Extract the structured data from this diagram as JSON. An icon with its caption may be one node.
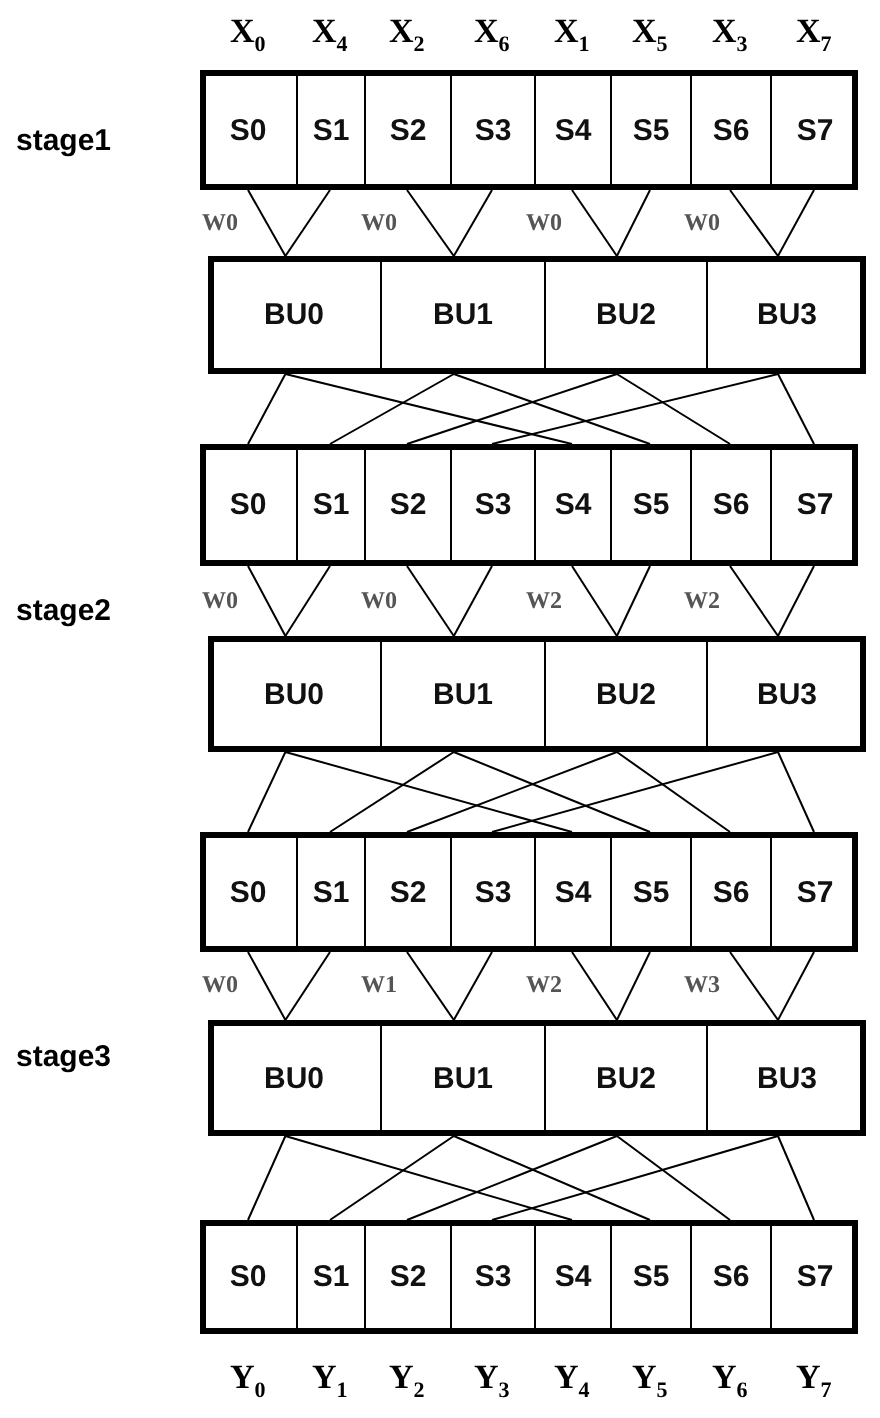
{
  "diagram": {
    "nodes": [
      {
        "text": [
          "S0"
        ]
      },
      {
        "text": [
          "S1"
        ]
      },
      {
        "text": [
          "S2"
        ]
      },
      {
        "text": [
          "S3"
        ]
      },
      {
        "text": [
          "S4"
        ]
      },
      {
        "text": [
          "S5"
        ]
      },
      {
        "text": [
          "S6"
        ]
      },
      {
        "text": [
          "S7"
        ]
      },
      {
        "text": [
          "BU0"
        ]
      },
      {
        "text": [
          "BU1"
        ]
      },
      {
        "text": [
          "BU2"
        ]
      },
      {
        "text": [
          "BU3"
        ]
      },
      {
        "text": [
          "S0"
        ]
      },
      {
        "text": [
          "S1"
        ]
      },
      {
        "text": [
          "S2"
        ]
      },
      {
        "text": [
          "S3"
        ]
      },
      {
        "text": [
          "S4"
        ]
      },
      {
        "text": [
          "S5"
        ]
      },
      {
        "text": [
          "S6"
        ]
      },
      {
        "text": [
          "S7"
        ]
      },
      {
        "text": [
          "BU0"
        ]
      },
      {
        "text": [
          "BU1"
        ]
      },
      {
        "text": [
          "BU2"
        ]
      },
      {
        "text": [
          "BU3"
        ]
      },
      {
        "text": [
          "S0"
        ]
      },
      {
        "text": [
          "S1"
        ]
      },
      {
        "text": [
          "S2"
        ]
      },
      {
        "text": [
          "S3"
        ]
      },
      {
        "text": [
          "S4"
        ]
      },
      {
        "text": [
          "S5"
        ]
      },
      {
        "text": [
          "S6"
        ]
      },
      {
        "text": [
          "S7"
        ]
      },
      {
        "text": [
          "BU0"
        ]
      },
      {
        "text": [
          "BU1"
        ]
      },
      {
        "text": [
          "BU2"
        ]
      },
      {
        "text": [
          "BU3"
        ]
      },
      {
        "text": [
          "S0"
        ]
      },
      {
        "text": [
          "S1"
        ]
      },
      {
        "text": [
          "S2"
        ]
      },
      {
        "text": [
          "S3"
        ]
      },
      {
        "text": [
          "S4"
        ]
      },
      {
        "text": [
          "S5"
        ]
      },
      {
        "text": [
          "S6"
        ]
      },
      {
        "text": [
          "S7"
        ]
      }
    ],
    "edges": [
      {
        "from": 0,
        "to": 8,
        "arrow": "none",
        "label": "W0"
      },
      {
        "from": 1,
        "to": 8,
        "arrow": "none"
      },
      {
        "from": 2,
        "to": 9,
        "arrow": "none",
        "label": "W0"
      },
      {
        "from": 3,
        "to": 9,
        "arrow": "none"
      },
      {
        "from": 4,
        "to": 10,
        "arrow": "none",
        "label": "W0"
      },
      {
        "from": 5,
        "to": 10,
        "arrow": "none"
      },
      {
        "from": 6,
        "to": 11,
        "arrow": "none",
        "label": "W0"
      },
      {
        "from": 7,
        "to": 11,
        "arrow": "none"
      },
      {
        "from": 8,
        "to": 12,
        "arrow": "none"
      },
      {
        "from": 8,
        "to": 16,
        "arrow": "none"
      },
      {
        "from": 9,
        "to": 13,
        "arrow": "none"
      },
      {
        "from": 9,
        "to": 17,
        "arrow": "none"
      },
      {
        "from": 10,
        "to": 14,
        "arrow": "none"
      },
      {
        "from": 10,
        "to": 18,
        "arrow": "none"
      },
      {
        "from": 11,
        "to": 15,
        "arrow": "none"
      },
      {
        "from": 11,
        "to": 19,
        "arrow": "none"
      },
      {
        "from": 12,
        "to": 20,
        "arrow": "none",
        "label": "W0"
      },
      {
        "from": 13,
        "to": 20,
        "arrow": "none"
      },
      {
        "from": 14,
        "to": 21,
        "arrow": "none",
        "label": "W0"
      },
      {
        "from": 15,
        "to": 21,
        "arrow": "none"
      },
      {
        "from": 16,
        "to": 22,
        "arrow": "none",
        "label": "W2"
      },
      {
        "from": 17,
        "to": 22,
        "arrow": "none"
      },
      {
        "from": 18,
        "to": 23,
        "arrow": "none",
        "label": "W2"
      },
      {
        "from": 19,
        "to": 23,
        "arrow": "none"
      },
      {
        "from": 20,
        "to": 24,
        "arrow": "none"
      },
      {
        "from": 20,
        "to": 28,
        "arrow": "none"
      },
      {
        "from": 21,
        "to": 25,
        "arrow": "none"
      },
      {
        "from": 21,
        "to": 29,
        "arrow": "none"
      },
      {
        "from": 22,
        "to": 26,
        "arrow": "none"
      },
      {
        "from": 22,
        "to": 30,
        "arrow": "none"
      },
      {
        "from": 23,
        "to": 27,
        "arrow": "none"
      },
      {
        "from": 23,
        "to": 31,
        "arrow": "none"
      },
      {
        "from": 24,
        "to": 32,
        "arrow": "none",
        "label": "W0"
      },
      {
        "from": 25,
        "to": 32,
        "arrow": "none"
      },
      {
        "from": 26,
        "to": 33,
        "arrow": "none",
        "label": "W1"
      },
      {
        "from": 27,
        "to": 33,
        "arrow": "none"
      },
      {
        "from": 28,
        "to": 34,
        "arrow": "none",
        "label": "W2"
      },
      {
        "from": 29,
        "to": 34,
        "arrow": "none"
      },
      {
        "from": 30,
        "to": 35,
        "arrow": "none",
        "label": "W3"
      },
      {
        "from": 31,
        "to": 35,
        "arrow": "none"
      },
      {
        "from": 32,
        "to": 36,
        "arrow": "none"
      },
      {
        "from": 32,
        "to": 40,
        "arrow": "none"
      },
      {
        "from": 33,
        "to": 37,
        "arrow": "none"
      },
      {
        "from": 33,
        "to": 41,
        "arrow": "none"
      },
      {
        "from": 34,
        "to": 38,
        "arrow": "none"
      },
      {
        "from": 34,
        "to": 42,
        "arrow": "none"
      },
      {
        "from": 35,
        "to": 39,
        "arrow": "none"
      },
      {
        "from": 35,
        "to": 43,
        "arrow": "none"
      }
    ],
    "labels": [
      "X$_{0}$",
      "X$_{4}$",
      "X$_{2}$",
      "X$_{6}$",
      "X$_{1}$",
      "X$_{5}$",
      "X$_{3}$",
      "X$_{7}$",
      "stage1",
      "stage2",
      "stage3",
      "Y$_{0}$",
      "Y$_{1}$",
      "Y$_{2}$",
      "Y$_{3}$",
      "Y$_{4}$",
      "Y$_{5}$",
      "Y$_{6}$",
      "Y$_{7}$"
    ]
  }
}
